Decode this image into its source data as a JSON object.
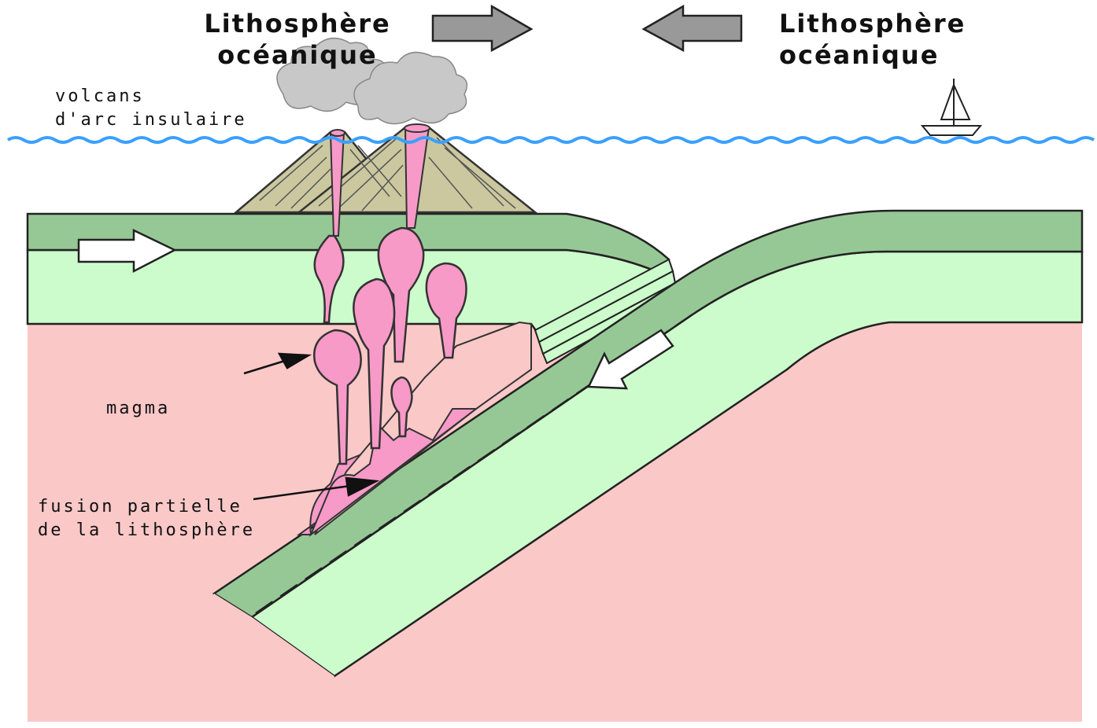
{
  "labels": {
    "top_left_line1": "Lithosphère",
    "top_left_line2": "océanique",
    "top_right_line1": "Lithosphère",
    "top_right_line2": "océanique",
    "volcanoes_line1": "volcans",
    "volcanoes_line2": "d'arc insulaire",
    "magma": "magma",
    "fusion_line1": "fusion partielle",
    "fusion_line2": "de la lithosphère"
  },
  "colors": {
    "mantle": "#fbc8c8",
    "lithosphere_upper": "#96c896",
    "lithosphere_lower": "#ccfccc",
    "magma": "#f79ac8",
    "volcano": "#cbc8a0",
    "smoke": "#c8c8c8",
    "ocean_line": "#3aa0ff",
    "plate_arrow": "#999999",
    "motion_arrow": "#ffffff"
  },
  "icons": [
    "sailboat-icon",
    "smoke-cloud-icon",
    "wave-line-icon"
  ]
}
